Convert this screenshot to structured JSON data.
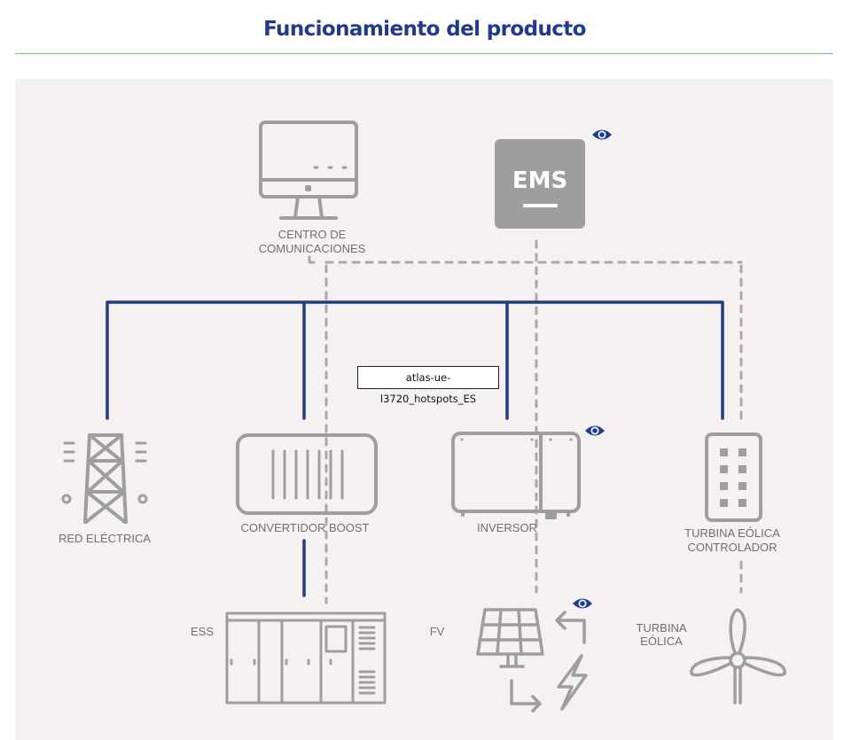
{
  "header": {
    "title": "Funcionamiento del producto"
  },
  "colors": {
    "accent": "#213a8f",
    "rule": "#7cc47f",
    "icon_gray": "#9e9e9e",
    "panel_bg": "#f4f1f0"
  },
  "diagram": {
    "nodes": {
      "centro": {
        "line1": "CENTRO DE",
        "line2": "COMUNICACIONES"
      },
      "ems": {
        "label": "EMS"
      },
      "red": {
        "label": "RED ELÉCTRICA"
      },
      "boost": {
        "label": "CONVERTIDOR BOOST"
      },
      "inversor": {
        "label": "INVERSOR"
      },
      "controlador": {
        "line1": "TURBINA EÓLICA",
        "line2": "CONTROLADOR"
      },
      "ess": {
        "label": "ESS"
      },
      "fv": {
        "label": "FV"
      },
      "turbina": {
        "line1": "TURBINA",
        "line2": "EÓLICA"
      }
    },
    "hotspot_icons": [
      "eye-icon",
      "eye-icon",
      "eye-icon"
    ],
    "tooltip": "atlas-ue-l3720_hotspots_ES"
  }
}
